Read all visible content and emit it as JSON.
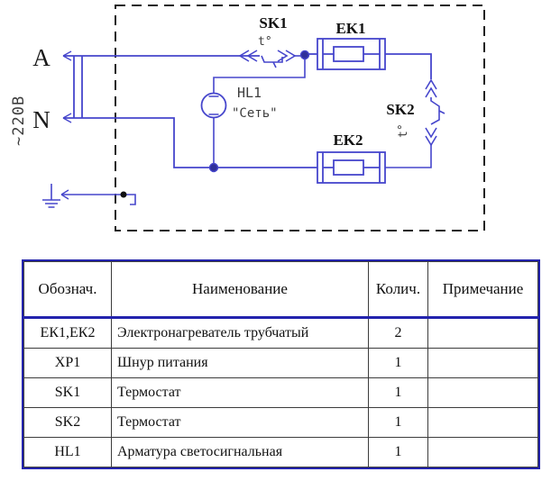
{
  "colors": {
    "wire": "#4646cc",
    "junction_fill": "#30309a",
    "dashed_border": "#222222",
    "table_border": "#2323ad",
    "grid_line": "#3c3c3c",
    "label": "#111111",
    "thin_label": "#3d3d3d"
  },
  "schematic": {
    "voltage_label": "~220В",
    "phase_label": "A",
    "neutral_label": "N",
    "sk1_label": "SK1",
    "sk1_temp": "t°",
    "ek1_label": "EK1",
    "hl1_label": "HL1",
    "hl1_caption": "\"Сеть\"",
    "sk2_label": "SK2",
    "sk2_temp": "t°",
    "ek2_label": "EK2"
  },
  "parts_table": {
    "headers": {
      "ref": "Обознач.",
      "name": "Наименование",
      "qty": "Колич.",
      "note": "Примечание"
    },
    "rows": [
      {
        "ref": "ЕК1,ЕК2",
        "name": "Электронагреватель трубчатый",
        "qty": "2",
        "note": ""
      },
      {
        "ref": "ХР1",
        "name": "Шнур питания",
        "qty": "1",
        "note": ""
      },
      {
        "ref": "SK1",
        "name": "Термостат",
        "qty": "1",
        "note": ""
      },
      {
        "ref": "SK2",
        "name": "Термостат",
        "qty": "1",
        "note": ""
      },
      {
        "ref": "HL1",
        "name": "Арматура светосигнальная",
        "qty": "1",
        "note": ""
      }
    ]
  }
}
